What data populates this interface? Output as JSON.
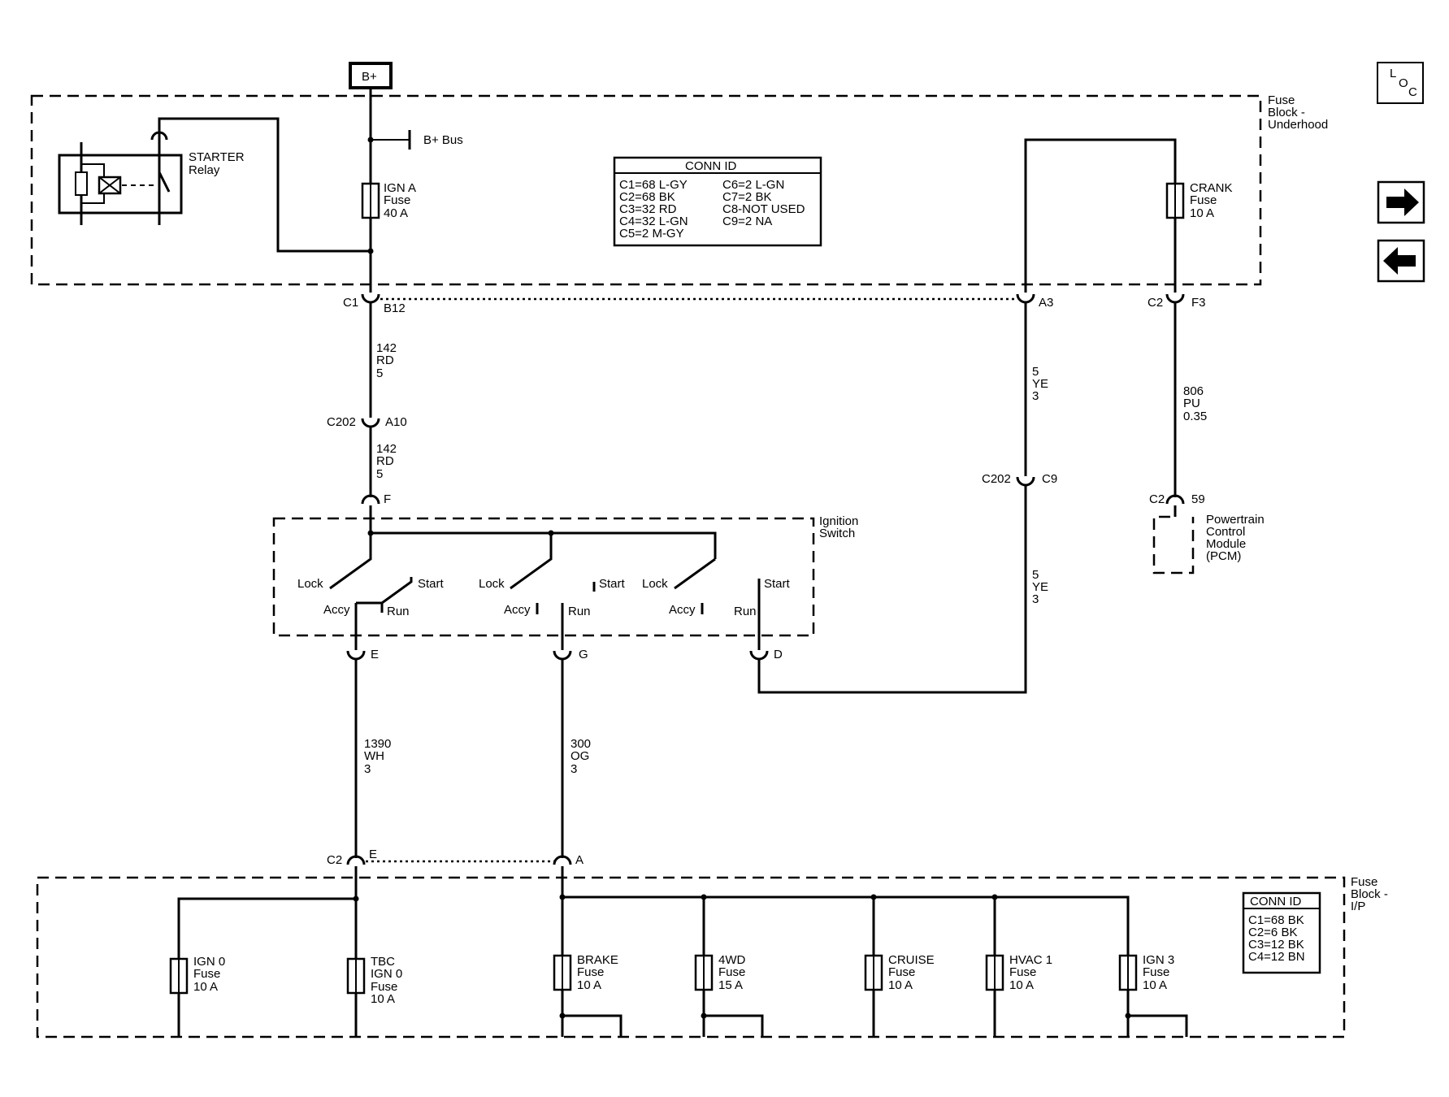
{
  "nav": {
    "loc": [
      "L",
      "O",
      "C"
    ]
  },
  "bplus": "B+",
  "bplus_bus": "B+ Bus",
  "underhood": {
    "name": [
      "Fuse",
      "Block -",
      "Underhood"
    ]
  },
  "starter": [
    "STARTER",
    "Relay"
  ],
  "ign_a": [
    "IGN A",
    "Fuse",
    "40 A"
  ],
  "crank": [
    "CRANK",
    "Fuse",
    "10 A"
  ],
  "conn_id_1": {
    "title": "CONN ID",
    "left": [
      "C1=68 L-GY",
      "C2=68 BK",
      "C3=32 RD",
      "C4=32 L-GN",
      "C5=2 M-GY"
    ],
    "right": [
      "C6=2 L-GN",
      "C7=2 BK",
      "C8-NOT USED",
      "C9=2 NA"
    ]
  },
  "conn": {
    "c1": "C1",
    "b12": "B12",
    "a3": "A3",
    "c2_top": "C2",
    "f3": "F3",
    "c202_a": "C202",
    "a10": "A10",
    "c202_b": "C202",
    "c9": "C9",
    "f": "F",
    "c2_pcm": "C2",
    "pin59": "59",
    "e": "E",
    "g": "G",
    "d": "D",
    "c2_bot": "C2",
    "e_bot": "E",
    "a_bot": "A"
  },
  "wires": {
    "w142a": [
      "142",
      "RD",
      "5"
    ],
    "w142b": [
      "142",
      "RD",
      "5"
    ],
    "w5a": [
      "5",
      "YE",
      "3"
    ],
    "w5b": [
      "5",
      "YE",
      "3"
    ],
    "w806": [
      "806",
      "PU",
      "0.35"
    ],
    "w1390": [
      "1390",
      "WH",
      "3"
    ],
    "w300": [
      "300",
      "OG",
      "3"
    ]
  },
  "pcm": [
    "Powertrain",
    "Control",
    "Module",
    "(PCM)"
  ],
  "ignition": {
    "name": [
      "Ignition",
      "Switch"
    ],
    "sw1": {
      "lock": "Lock",
      "start": "Start",
      "accy": "Accy",
      "run": "Run"
    },
    "sw2": {
      "lock": "Lock",
      "start": "Start",
      "accy": "Accy",
      "run": "Run"
    },
    "sw3": {
      "lock": "Lock",
      "start": "Start",
      "accy": "Accy",
      "run": "Run"
    }
  },
  "ip_block": {
    "name": [
      "Fuse",
      "Block -",
      "I/P"
    ]
  },
  "conn_id_2": {
    "title": "CONN ID",
    "items": [
      "C1=68 BK",
      "C2=6 BK",
      "C3=12 BK",
      "C4=12 BN"
    ]
  },
  "fuses": {
    "ign0": [
      "IGN 0",
      "Fuse",
      "10 A"
    ],
    "tbc": [
      "TBC",
      "IGN 0",
      "Fuse",
      "10 A"
    ],
    "brake": [
      "BRAKE",
      "Fuse",
      "10 A"
    ],
    "fourwd": [
      "4WD",
      "Fuse",
      "15 A"
    ],
    "cruise": [
      "CRUISE",
      "Fuse",
      "10 A"
    ],
    "hvac": [
      "HVAC 1",
      "Fuse",
      "10 A"
    ],
    "ign3": [
      "IGN 3",
      "Fuse",
      "10 A"
    ]
  }
}
